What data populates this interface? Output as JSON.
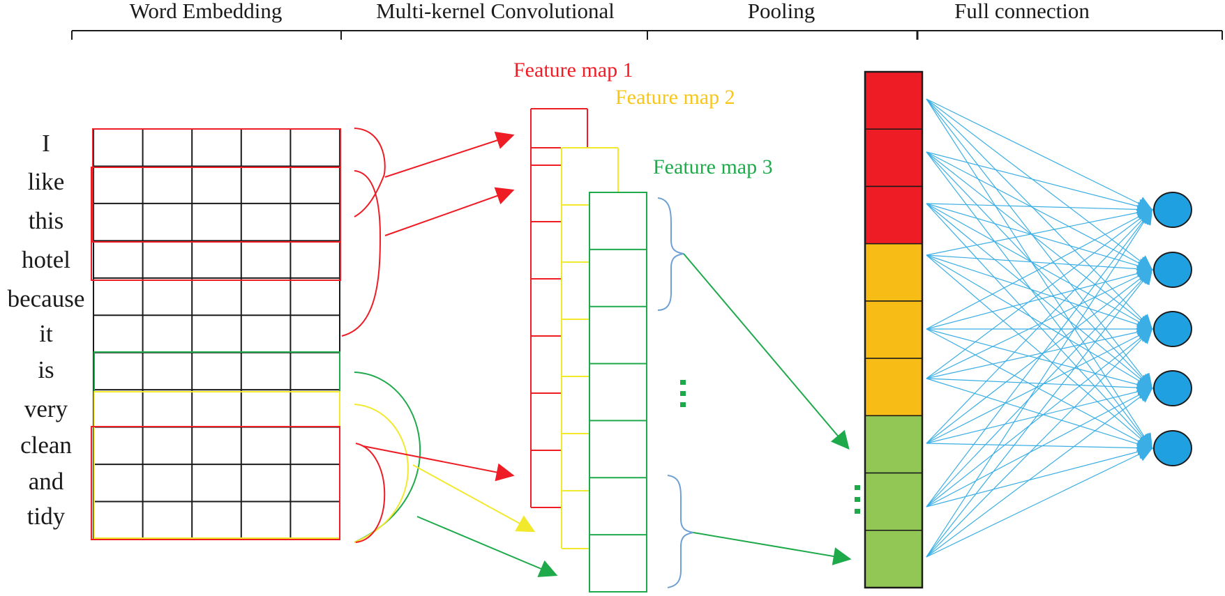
{
  "sections": [
    "Word Embedding",
    "Multi-kernel Convolutional",
    "Pooling",
    "Full connection"
  ],
  "words": [
    "I",
    "like",
    "this",
    "hotel",
    "because",
    "it",
    "is",
    "very",
    "clean",
    "and",
    "tidy"
  ],
  "feature_maps": [
    {
      "label": "Feature map 1",
      "color": "#ee1c25"
    },
    {
      "label": "Feature map 2",
      "color": "#f8c61a"
    },
    {
      "label": "Feature map 3",
      "color": "#1ea94a"
    }
  ],
  "kernel_colors": {
    "red": "#ee1c25",
    "yellow": "#f2e82c",
    "green": "#1ea94a",
    "brace": "#6ea0d4"
  },
  "pooling": {
    "cell_colors": [
      "#ee1c25",
      "#ee1c25",
      "#ee1c25",
      "#f8bc16",
      "#f8bc16",
      "#f8bc16",
      "#92c756",
      "#92c756",
      "#92c756"
    ]
  },
  "full_connection": {
    "output_nodes": 5,
    "line_color": "#3aaee5",
    "node_color": "#1fa0e0"
  }
}
